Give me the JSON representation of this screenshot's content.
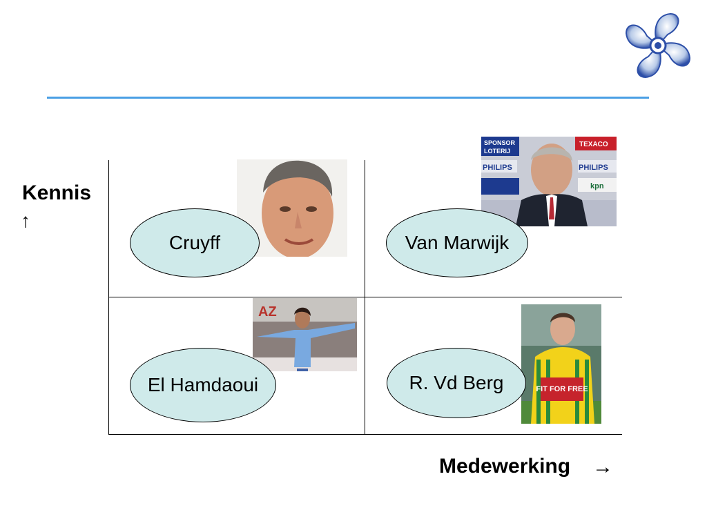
{
  "axes": {
    "y_label": "Kennis",
    "y_arrow": "↑",
    "x_label": "Medewerking",
    "x_arrow": "→"
  },
  "quadrants": [
    {
      "label": "Cruyff"
    },
    {
      "label": "Van Marwijk"
    },
    {
      "label": "El Hamdaoui"
    },
    {
      "label": "R. Vd Berg"
    }
  ],
  "photos": {
    "marwijk_sponsor_top": "SPONSOR",
    "marwijk_sponsor_top2": "LOTERIJ",
    "marwijk_texaco": "TEXACO",
    "marwijk_philips": "PHILIPS",
    "marwijk_kpn": "kpn",
    "vdberg_shirt": "FIT FOR FREE"
  },
  "colors": {
    "rule": "#4a9fe4",
    "ellipse_fill": "#cfeaea",
    "logo_blue": "#2d4fa8"
  }
}
